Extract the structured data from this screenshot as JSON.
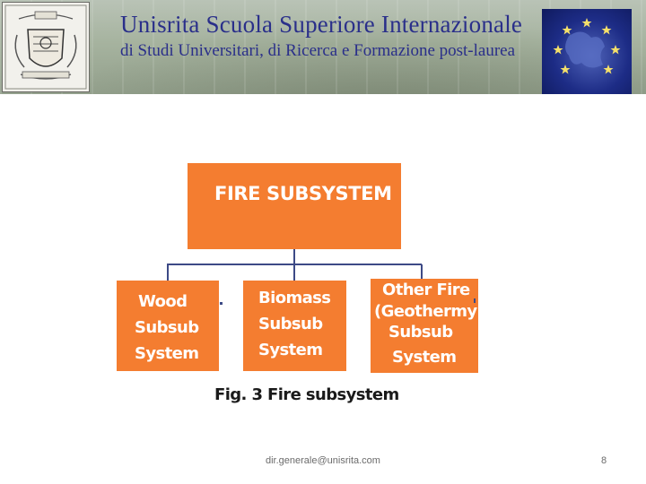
{
  "header": {
    "title": "Unisrita  Scuola Superiore Internazionale",
    "subtitle": "di Studi Universitari, di Ricerca e Formazione post-laurea",
    "crest_icon": "university-crest-icon",
    "eu_icon": "eu-stars-icon",
    "title_color": "#2a2f8a"
  },
  "diagram": {
    "root": {
      "label": "FIRE SUBSYSTEM"
    },
    "children": [
      {
        "lines": [
          "Wood",
          "Subsub",
          "System"
        ]
      },
      {
        "lines": [
          "Biomass",
          "Subsub",
          "System"
        ]
      },
      {
        "lines": [
          "Other Fire",
          "(Geothermy)",
          "Subsub",
          "System"
        ]
      }
    ],
    "box_color": "#f47d30",
    "connector_color": "#3d4a86",
    "caption": "Fig. 3 Fire subsystem"
  },
  "footer": {
    "email": "dir.generale@unisrita.com",
    "page_number": "8"
  }
}
